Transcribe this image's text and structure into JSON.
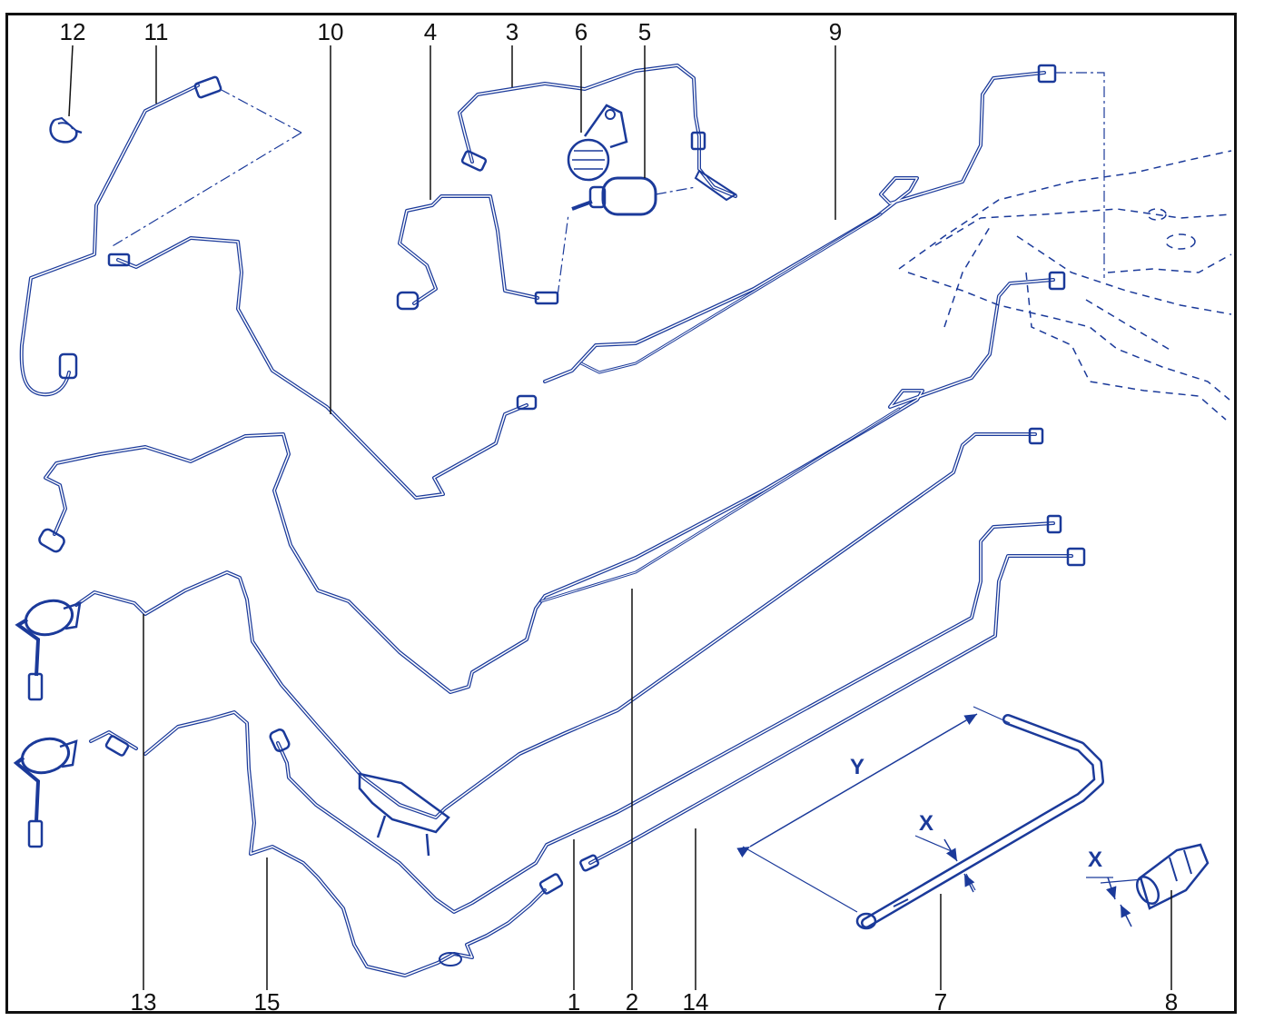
{
  "colors": {
    "line": "#1b3a9a",
    "label": "#111111",
    "frame": "#111111"
  },
  "callouts": {
    "c1": "1",
    "c2": "2",
    "c3": "3",
    "c4": "4",
    "c5": "5",
    "c6": "6",
    "c7": "7",
    "c8": "8",
    "c9": "9",
    "c10": "10",
    "c11": "11",
    "c12": "12",
    "c13": "13",
    "c14": "14",
    "c15": "15"
  },
  "dimensions": {
    "x_a": "X",
    "x_b": "X",
    "y": "Y"
  }
}
